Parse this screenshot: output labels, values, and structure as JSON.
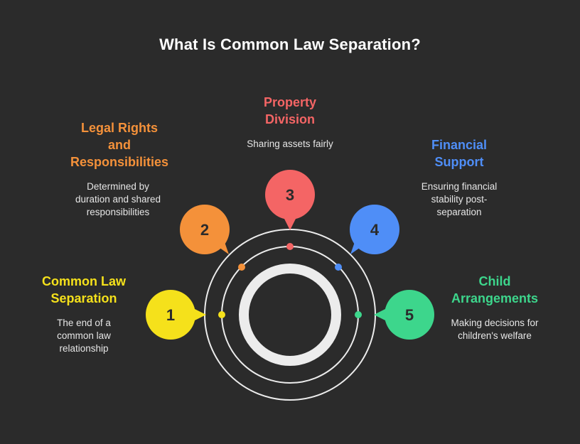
{
  "title": "What Is Common Law Separation?",
  "colors": {
    "background": "#2b2b2b",
    "ring": "#ececec",
    "item1": "#f5e11b",
    "item2": "#f4913a",
    "item3": "#f46565",
    "item4": "#4f8ef7",
    "item5": "#3dd68c"
  },
  "items": [
    {
      "number": "1",
      "title": "Common Law\nSeparation",
      "description": "The end of a\ncommon law\nrelationship"
    },
    {
      "number": "2",
      "title": "Legal Rights\nand\nResponsibilities",
      "description": "Determined by\nduration and shared\nresponsibilities"
    },
    {
      "number": "3",
      "title": "Property\nDivision",
      "description": "Sharing assets fairly"
    },
    {
      "number": "4",
      "title": "Financial\nSupport",
      "description": "Ensuring financial\nstability post-\nseparation"
    },
    {
      "number": "5",
      "title": "Child\nArrangements",
      "description": "Making decisions for\nchildren's welfare"
    }
  ]
}
